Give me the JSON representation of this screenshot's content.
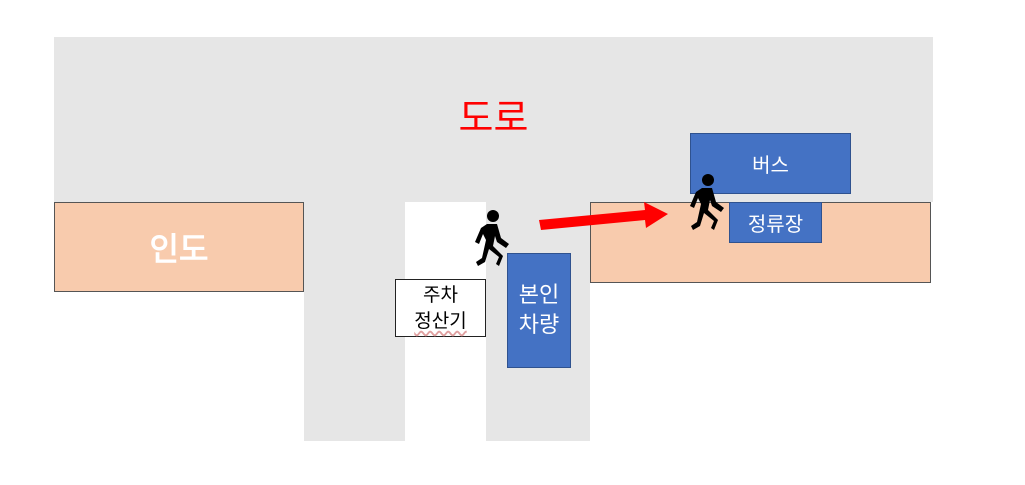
{
  "labels": {
    "road": "도로",
    "sidewalk": "인도",
    "bus": "버스",
    "bus_stop": "정류장",
    "own_vehicle": [
      "본인",
      "차량"
    ],
    "parking_meter": [
      "주차",
      "정산기"
    ]
  },
  "colors": {
    "road": "#e6e6e6",
    "sidewalk": "#f8cbad",
    "vehicle": "#4472c4",
    "road_label": "#ff0000",
    "arrow": "#ff0000",
    "pedestrian": "#000000"
  },
  "icons": [
    "pedestrian-icon",
    "pedestrian-icon",
    "arrow-right-icon"
  ]
}
